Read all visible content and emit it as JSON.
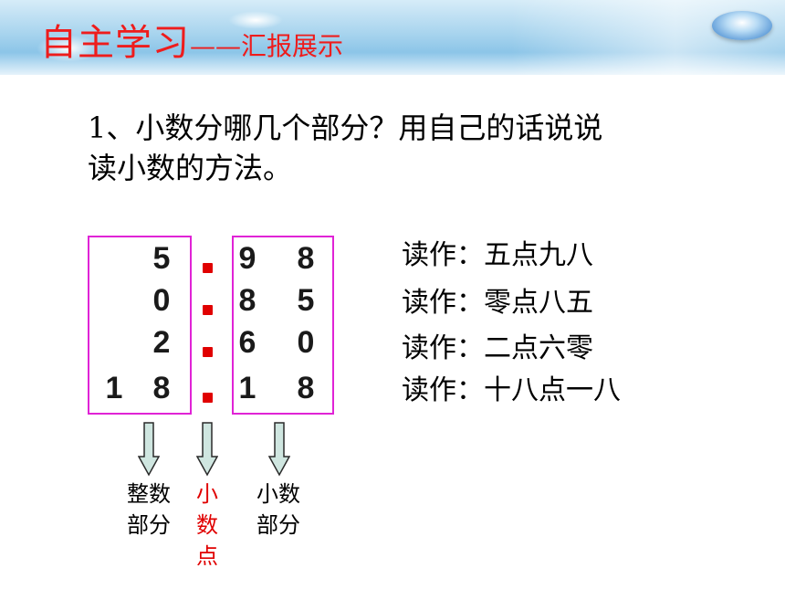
{
  "header": {
    "title_main": "自主学习",
    "title_dash": "——",
    "title_sub": "汇报展示"
  },
  "question": {
    "line1": "1、小数分哪几个部分？用自己的话说说",
    "line2": "读小数的方法。"
  },
  "numbers": [
    {
      "int_tens": "",
      "int_ones": "5",
      "dec_1": "9",
      "dec_2": "8",
      "reading": "读作：五点九八"
    },
    {
      "int_tens": "",
      "int_ones": "0",
      "dec_1": "8",
      "dec_2": "5",
      "reading": "读作：零点八五"
    },
    {
      "int_tens": "",
      "int_ones": "2",
      "dec_1": "6",
      "dec_2": "0",
      "reading": "读作：二点六零"
    },
    {
      "int_tens": "1",
      "int_ones": "8",
      "dec_1": "1",
      "dec_2": "8",
      "reading": "读作：十八点一八"
    }
  ],
  "labels": {
    "integer_part": [
      "整数",
      "部分"
    ],
    "decimal_point": [
      "小",
      "数",
      "点"
    ],
    "decimal_part": [
      "小数",
      "部分"
    ]
  },
  "colors": {
    "title": "#ee1c1c",
    "box_border": "#e023d6",
    "decimal_point": "#e00000",
    "arrow_fill": "#cfe6e0"
  }
}
